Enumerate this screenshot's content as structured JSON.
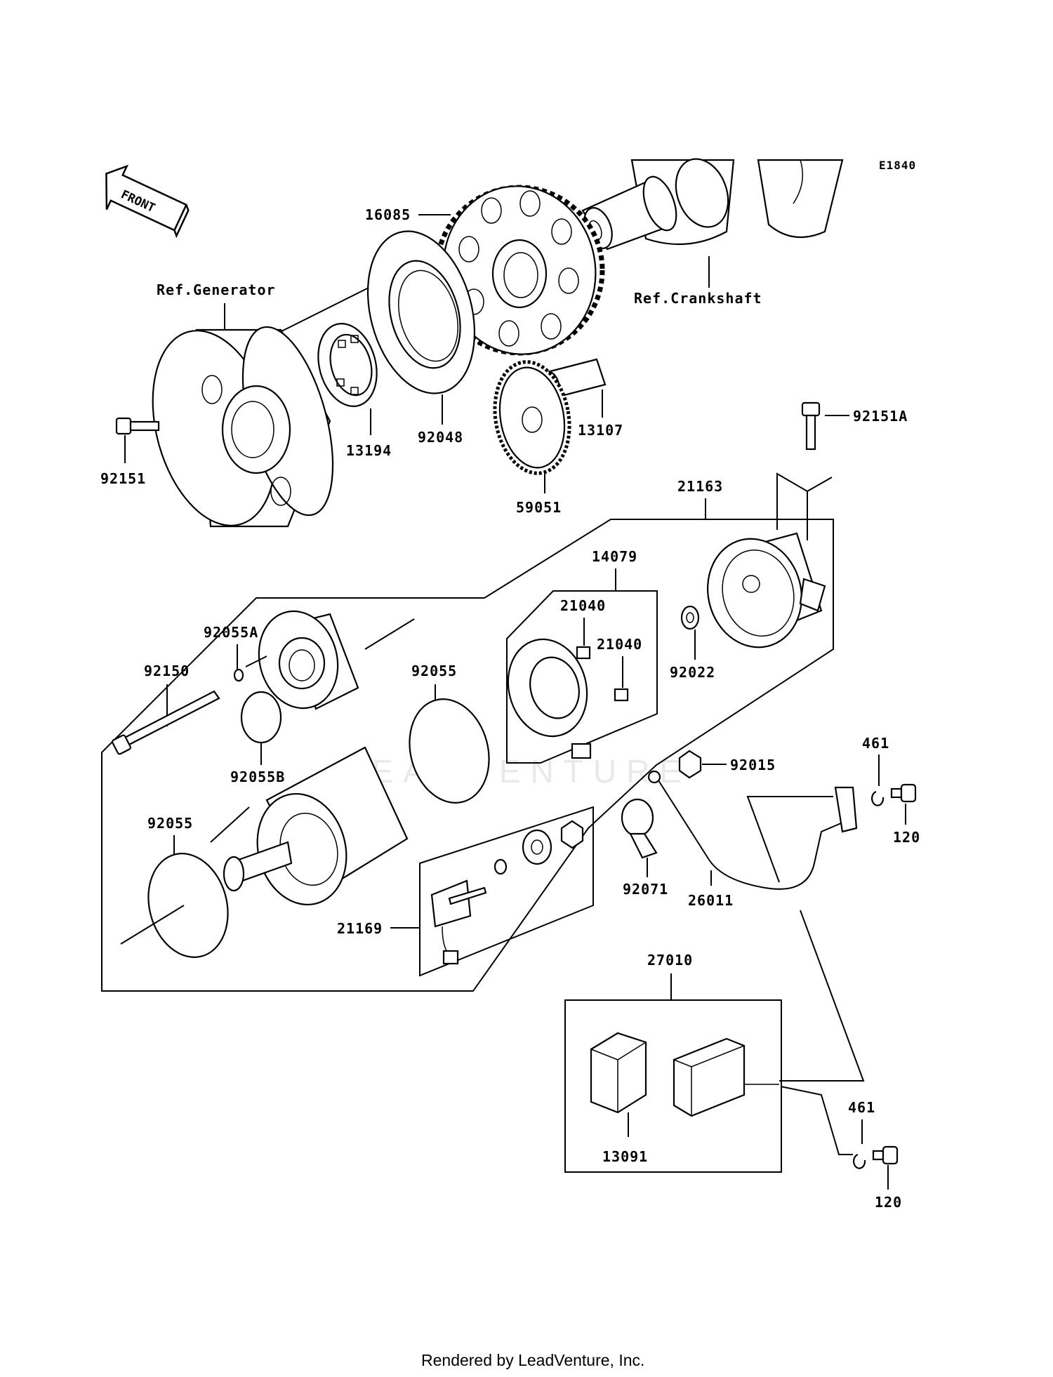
{
  "diagram": {
    "code": "E1840",
    "front_arrow": "FRONT",
    "references": {
      "generator": "Ref.Generator",
      "crankshaft": "Ref.Crankshaft"
    },
    "watermark": "LEADVENTURE",
    "parts": {
      "p16085": "16085",
      "p92048": "92048",
      "p13194": "13194",
      "p13107": "13107",
      "p59051": "59051",
      "p92151": "92151",
      "p92151A": "92151A",
      "p21163": "21163",
      "p14079": "14079",
      "p21040a": "21040",
      "p21040b": "21040",
      "p92022": "92022",
      "p92055A": "92055A",
      "p92150": "92150",
      "p92055a": "92055",
      "p92055B": "92055B",
      "p92055b": "92055",
      "p92015": "92015",
      "p461a": "461",
      "p120a": "120",
      "p92071": "92071",
      "p26011": "26011",
      "p21169": "21169",
      "p27010": "27010",
      "p13091": "13091",
      "p461b": "461",
      "p120b": "120"
    }
  },
  "footer": "Rendered by LeadVenture, Inc."
}
